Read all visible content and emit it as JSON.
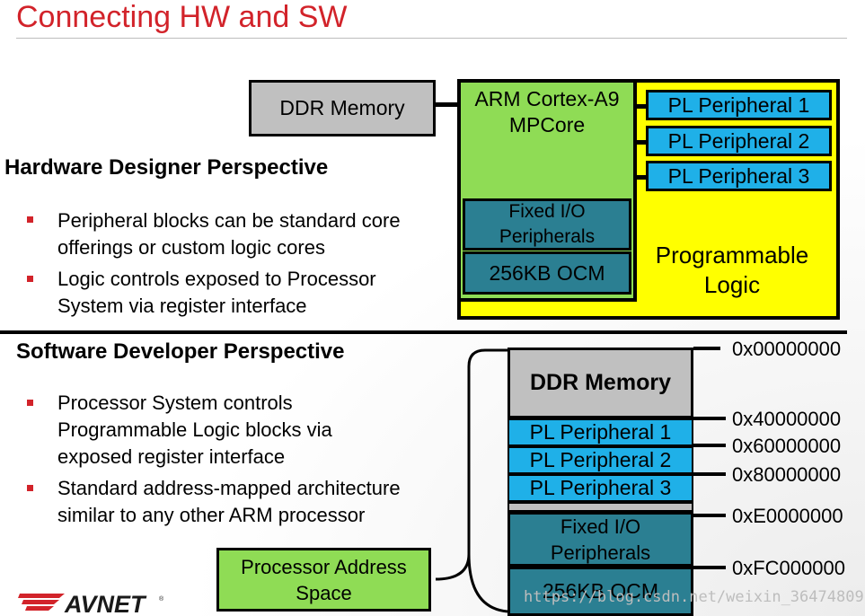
{
  "title": "Connecting HW and SW",
  "hw": {
    "ddr_label": "DDR Memory",
    "arm_line1": "ARM Cortex-A9",
    "arm_line2": "MPCore",
    "fixed_io_line1": "Fixed I/O",
    "fixed_io_line2": "Peripherals",
    "ocm_label": "256KB OCM",
    "pl_peripherals": [
      "PL Peripheral 1",
      "PL Peripheral 2",
      "PL Peripheral 3"
    ],
    "pl_line1": "Programmable",
    "pl_line2": "Logic"
  },
  "hardware_perspective": {
    "heading": "Hardware Designer Perspective",
    "bullets": [
      [
        "Peripheral blocks can be standard core",
        "offerings or custom logic cores"
      ],
      [
        "Logic controls exposed to Processor",
        "System via register interface"
      ]
    ]
  },
  "software_perspective": {
    "heading": "Software Developer Perspective",
    "bullets": [
      [
        "Processor System controls",
        "Programmable Logic blocks via",
        "exposed register interface"
      ],
      [
        "Standard address-mapped architecture",
        "similar to any other ARM processor"
      ]
    ]
  },
  "memory_map": {
    "ddr_label": "DDR Memory",
    "pl_peripherals": [
      "PL Peripheral 1",
      "PL Peripheral 2",
      "PL Peripheral 3"
    ],
    "fixed_io_line1": "Fixed I/O",
    "fixed_io_line2": "Peripherals",
    "ocm_label": "256KB OCM",
    "addresses": [
      "0x00000000",
      "0x40000000",
      "0x60000000",
      "0x80000000",
      "0xE0000000",
      "0xFC000000"
    ]
  },
  "address_space": {
    "line1": "Processor Address",
    "line2": "Space"
  },
  "logo_text": "AVNET",
  "watermark": "https://blog.csdn.net/weixin_36474809",
  "colors": {
    "title_red": "#d2232a",
    "pl_yellow": "#ffff00",
    "ps_green": "#8fdc55",
    "peripheral_blue": "#1fb0e8",
    "fixed_io_teal": "#2b7f92",
    "ddr_gray": "#c0c0c0"
  }
}
